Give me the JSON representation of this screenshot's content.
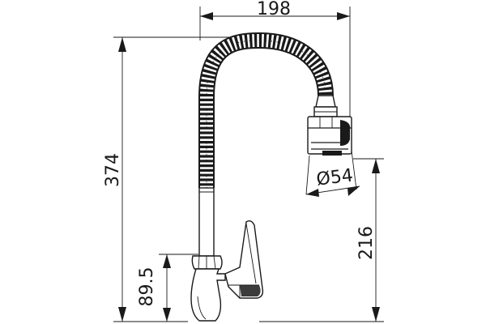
{
  "dimensions": {
    "width": "198",
    "height_total": "374",
    "height_base": "89.5",
    "height_outlet": "216",
    "diameter": "Ø54"
  },
  "colors": {
    "ink": "#1a1a1a",
    "background": "#ffffff"
  }
}
